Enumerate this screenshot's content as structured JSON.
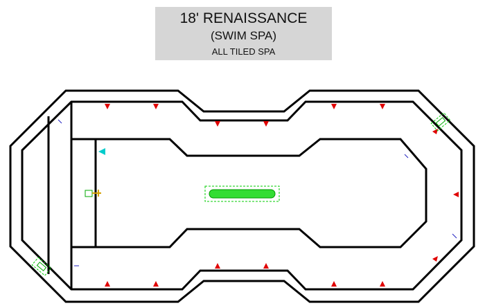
{
  "title": {
    "line1": "18' RENAISSANCE",
    "line2": "(SWIM SPA)",
    "line3": "ALL TILED SPA"
  },
  "colors": {
    "wall": "#000000",
    "jet": "#e00000",
    "light": "#00cc00",
    "fitting": "#2020c0",
    "title_bg": "#d6d6d6"
  },
  "icons": [
    "return-jet-icon",
    "swim-jet-light-icon",
    "skimmer-icon",
    "drain-icon",
    "light-icon"
  ]
}
